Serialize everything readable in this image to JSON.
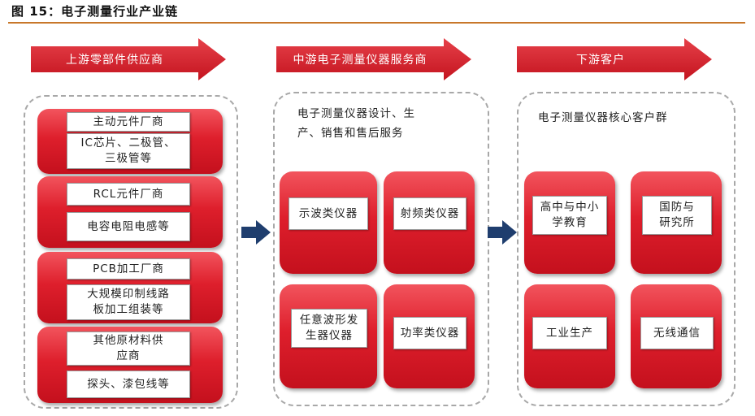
{
  "figure": {
    "title": "图 15：电子测量行业产业链"
  },
  "columns": [
    {
      "header": "上游零部件供应商",
      "groups": [
        {
          "name": "主动元件厂商",
          "detail": [
            "IC芯片、二极管、",
            "三极管等"
          ]
        },
        {
          "name": "RCL元件厂商",
          "detail": [
            "电容电阻电感等"
          ]
        },
        {
          "name": "PCB加工厂商",
          "detail": [
            "大规模印制线路",
            "板加工组装等"
          ]
        },
        {
          "name": [
            "其他原材料供",
            "应商"
          ],
          "detail": [
            "探头、漆包线等"
          ]
        }
      ]
    },
    {
      "header": "中游电子测量仪器服务商",
      "description": [
        "电子测量仪器设计、生",
        "产、销售和售后服务"
      ],
      "items": [
        [
          "示波类仪器"
        ],
        [
          "射频类仪器"
        ],
        [
          "任意波形发",
          "生器仪器"
        ],
        [
          "功率类仪器"
        ]
      ]
    },
    {
      "header": "下游客户",
      "description": [
        "电子测量仪器核心客户群"
      ],
      "items": [
        [
          "高中与中小",
          "学教育"
        ],
        [
          "国防与",
          "研究所"
        ],
        [
          "工业生产"
        ],
        [
          "无线通信"
        ]
      ]
    }
  ],
  "colors": {
    "red": "#de1f2c",
    "banner_red": "#d8202a",
    "arrow_navy": "#1f3e6e",
    "rule": "#c8772a"
  }
}
